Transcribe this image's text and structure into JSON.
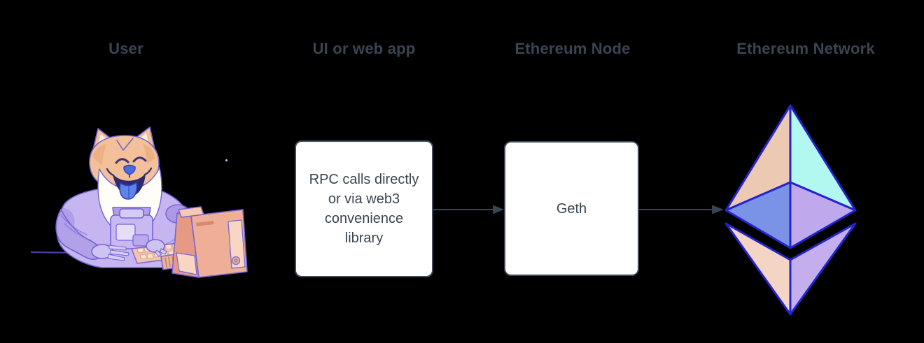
{
  "headers": {
    "user": "User",
    "ui_or_web_app": "UI or web app",
    "ethereum_node": "Ethereum Node",
    "ethereum_network": "Ethereum Network"
  },
  "boxes": {
    "ui_box": {
      "line1": "RPC calls directly",
      "line2": "or via web3",
      "line3": "convenience",
      "line4": "library"
    },
    "node_box": {
      "label": "Geth"
    }
  },
  "icons": {
    "user_illustration": "doge-astronaut-at-computer-illustration",
    "network_logo": "ethereum-logo-icon",
    "connectors": "flow-arrow-icon"
  },
  "colors": {
    "background": "#000000",
    "heading_text": "#3a4552",
    "box_bg": "#ffffff",
    "box_border": "#3e4a59",
    "box_text": "#3a4550",
    "arrow": "#3a4554",
    "eth_stroke": "#2424cb",
    "eth_top_left": "#ecc9b3",
    "eth_top_right": "#b2f7f0",
    "eth_mid_left": "#7b93e6",
    "eth_mid_right": "#bfa9ec",
    "eth_low_left": "#f4d5c5",
    "eth_low_right": "#c4aeee",
    "il_outline": "#7464d4",
    "il_suit": "#c6b5f0",
    "il_suit_dark": "#ab97e6",
    "il_fur": "#f3c09a",
    "il_fur_dark": "#e8a372",
    "il_white": "#fffdf7",
    "il_blue": "#5c85e8",
    "il_blue_dark": "#3040c0",
    "il_comp": "#efae96",
    "il_comp_dark": "#e69a85",
    "il_comp_light": "#f8d6c3",
    "desk_line": "#4b44b0"
  }
}
